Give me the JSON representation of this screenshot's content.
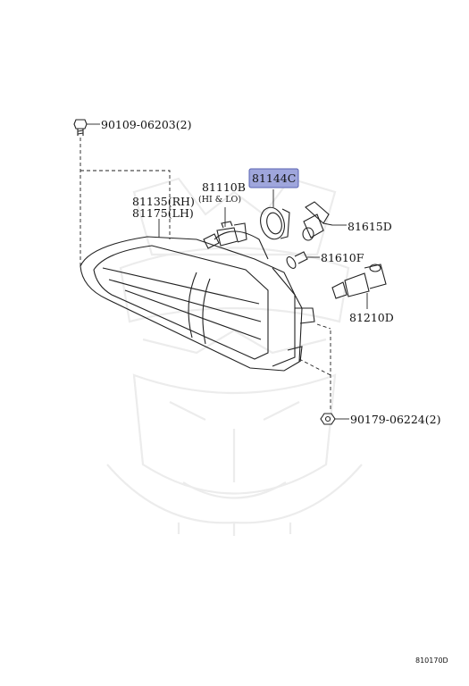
{
  "labels": {
    "bolt_top": "90109-06203(2)",
    "highlight_part": "81144C",
    "bulb_81110b": "81110B",
    "bulb_81110b_note": "(HI & LO)",
    "lamp_rh": "81135(RH)",
    "lamp_lh": "81175(LH)",
    "bulb_81615d": "81615D",
    "bulb_81610f": "81610F",
    "bulb_81210d": "81210D",
    "nut_bottom": "90179-06224(2)",
    "figure_number": "810170D"
  },
  "colors": {
    "highlight_fill": "#9fa6dc",
    "highlight_border": "#5a63b3",
    "line": "#222222",
    "watermark": "#ececec"
  }
}
